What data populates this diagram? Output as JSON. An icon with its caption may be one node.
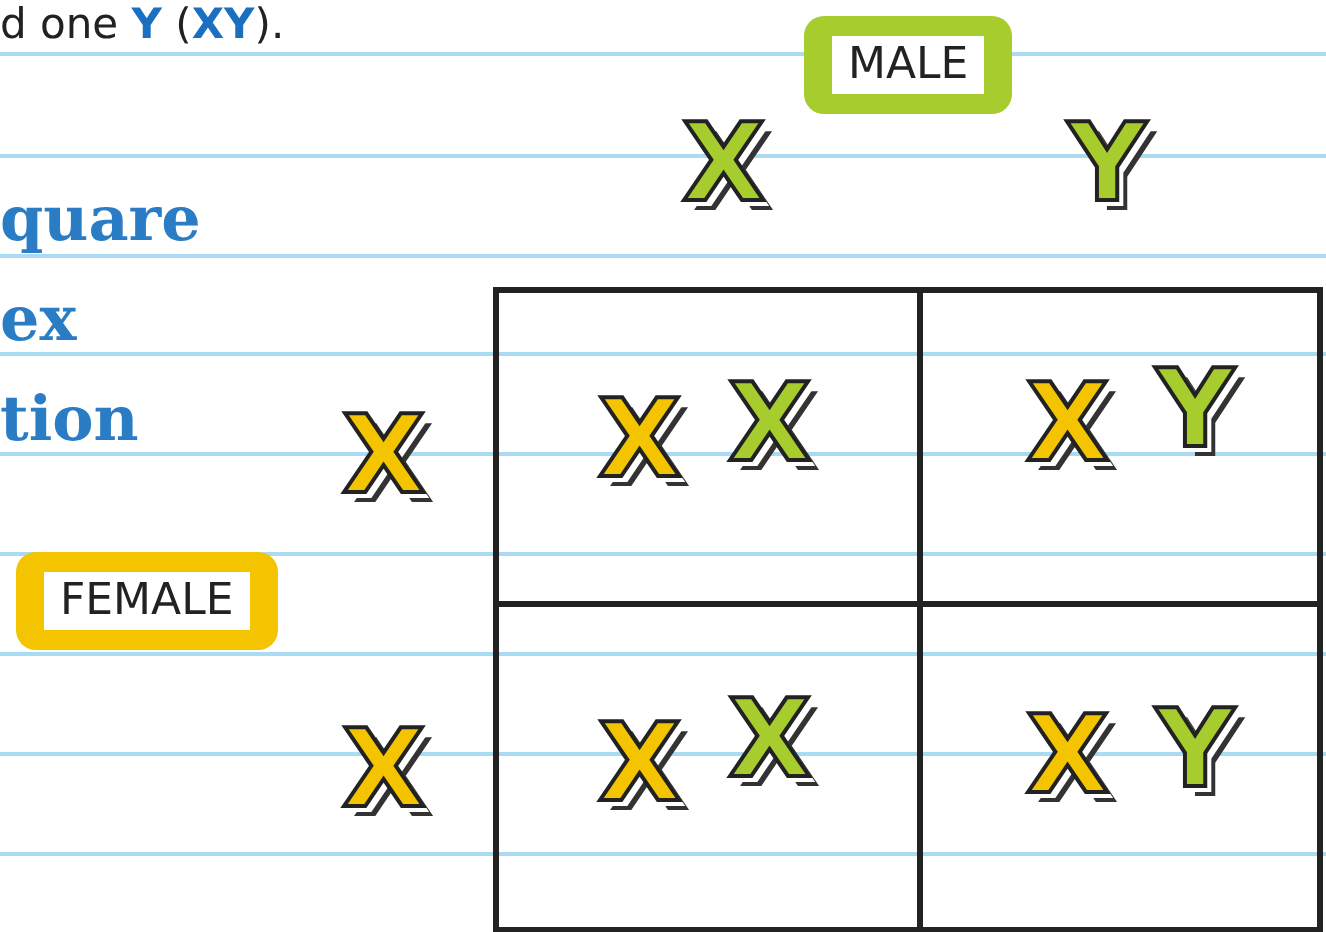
{
  "diagram": {
    "nodes": [
      {
        "text": [
          "MALE"
        ]
      },
      {
        "text": [
          "FEMALE"
        ]
      }
    ],
    "edges": [],
    "labels": [
      "d one **Y** (**XY**).",
      "X",
      "Y",
      "quare",
      "ex",
      "tion",
      "X",
      "X",
      "X",
      "X",
      "Y",
      "X",
      "X",
      "X",
      "X",
      "Y"
    ]
  }
}
